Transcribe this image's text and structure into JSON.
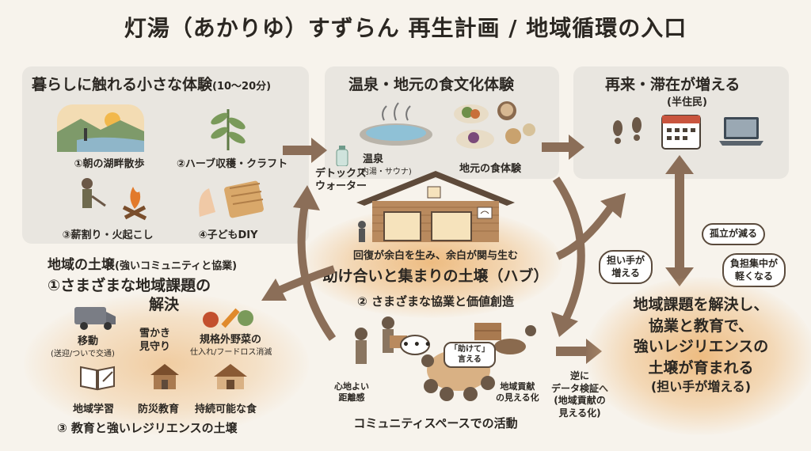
{
  "title": "灯湯（あかりゆ）すずらん 再生計画 / 地域循環の入口",
  "panel_left": {
    "heading": "暮らしに触れる小さな体験",
    "heading_note": "(10〜20分)",
    "items": [
      "①朝の湖畔散歩",
      "②ハーブ収穫・クラフト",
      "③薪割り・火起こし",
      "④子どもDIY"
    ]
  },
  "panel_center": {
    "heading": "温泉・地元の食文化体験",
    "onsen_label": "温泉",
    "onsen_note": "(内湯・サウナ)",
    "food_label": "地元の食体験",
    "detox_label": "デトックス\nウォーター"
  },
  "panel_right": {
    "heading": "再来・滞在が増える",
    "sub": "(半住民)"
  },
  "hub": {
    "line1": "回復が余白を生み、余白が関与生む",
    "line2": "助け合いと集まりの土壌（ハブ）",
    "line3": "② さまざまな協業と価値創造"
  },
  "left_section": {
    "heading": "地域の土壌",
    "heading_note": "(強いコミュニティと協業)",
    "sub1": "①さまざまな地域課題の",
    "sub2": "解決",
    "move": "移動",
    "move_note": "(送迎/ついで交通)",
    "snow": "雪かき\n見守り",
    "veg": "規格外野菜の",
    "veg_note": "仕入れ/フードロス消滅",
    "learn": "地域学習",
    "disaster": "防災教育",
    "food": "持続可能な食",
    "footer": "③ 教育と強いレジリエンスの土壌"
  },
  "community": {
    "caption": "コミュニティスペースでの活動",
    "left_label": "心地よい\n距離感",
    "help_bubble": "「助けて」\n言える",
    "right_label": "地域貢献\nの見える化",
    "ellipsis": "• • •"
  },
  "reverse_label": "逆に\nデータ検証へ\n(地域貢献の\n見える化)",
  "bubbles": {
    "isolation": "孤立が減る",
    "workers": "担い手が\n増える",
    "burden": "負担集中が\n軽くなる"
  },
  "right_result": {
    "line1": "地域課題を解決し、",
    "line2": "協業と教育で、",
    "line3": "強いレジリエンスの",
    "line4": "土壌が育まれる",
    "line5": "(担い手が増える)"
  },
  "colors": {
    "arrow": "#8b6e58",
    "glow": "#ecb26e",
    "panel": "#e9e6e0"
  }
}
